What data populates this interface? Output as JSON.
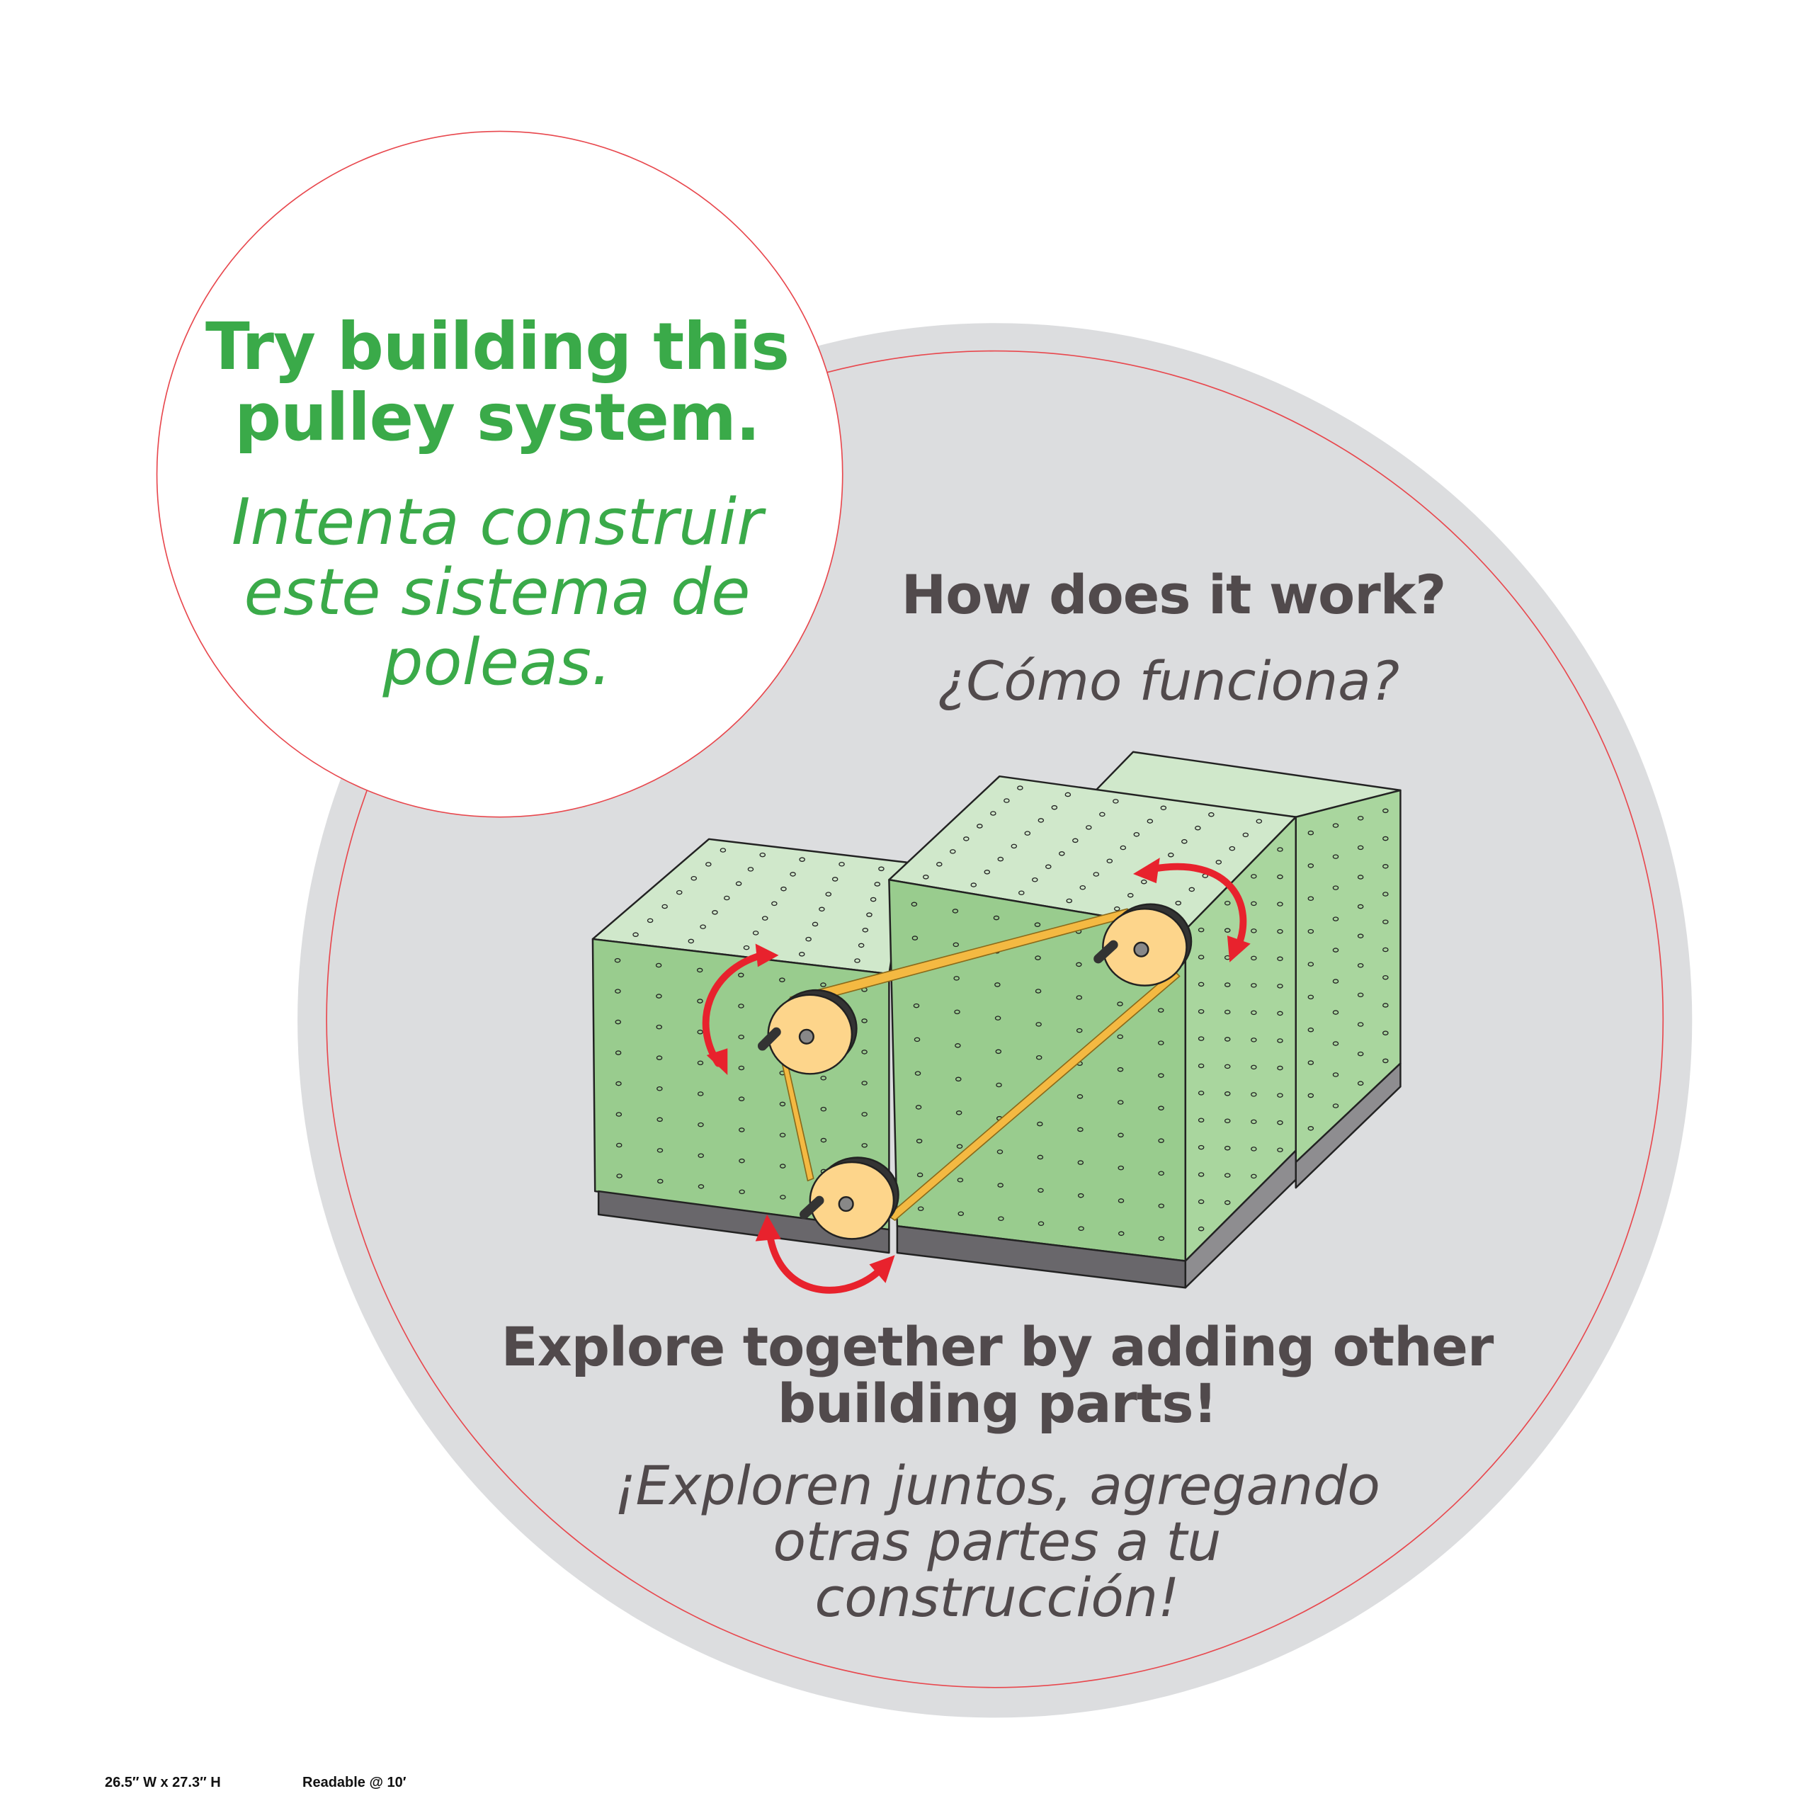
{
  "bubble": {
    "title_en_line1": "Try building this",
    "title_en_line2": "pulley system.",
    "title_es_line1": "Intenta construir",
    "title_es_line2": "este sistema de",
    "title_es_line3": "poleas."
  },
  "main": {
    "question_en": "How does it work?",
    "question_es": "¿Cómo funciona?",
    "explore_en_line1": "Explore together by adding other",
    "explore_en_line2": "building parts!",
    "explore_es_line1": "¡Exploren juntos, agregando",
    "explore_es_line2": "otras partes a tu",
    "explore_es_line3": "construcción!"
  },
  "footer": {
    "dimensions": "26.5″ W x 27.3″ H",
    "readability": "Readable @ 10′"
  },
  "colors": {
    "green_text": "#3aaa49",
    "gray_text": "#514a4c",
    "circle_gray": "#dcdddf",
    "outline_red": "#e8474d",
    "block_green": "#99cc8e",
    "block_top": "#d0e8cb",
    "pulley": "#fdd58b",
    "arrow_red": "#e8222d"
  }
}
